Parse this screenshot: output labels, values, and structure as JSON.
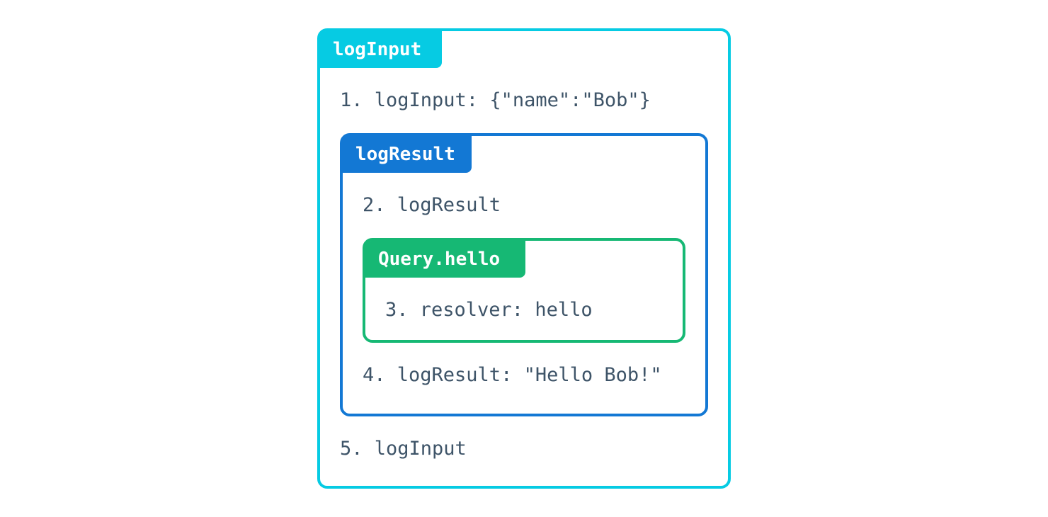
{
  "colors": {
    "outer_accent": "#06cbe3",
    "middle_accent": "#1378d4",
    "inner_accent": "#16b874",
    "text": "#3e5468"
  },
  "outer": {
    "label": "logInput"
  },
  "middle": {
    "label": "logResult"
  },
  "inner": {
    "label": "Query.hello"
  },
  "steps": [
    "1. logInput: {\"name\":\"Bob\"}",
    "2. logResult",
    "3. resolver: hello",
    "4. logResult: \"Hello Bob!\"",
    "5. logInput"
  ]
}
